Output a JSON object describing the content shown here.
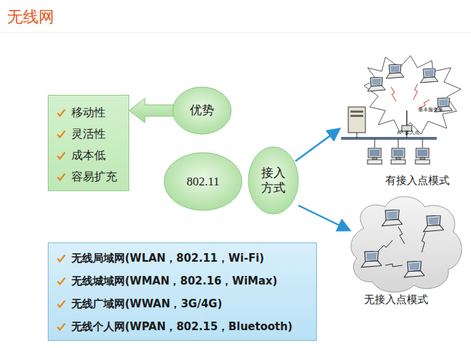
{
  "diagram": {
    "title": "无线网",
    "nodes": [
      {
        "text": [
          "移动性",
          "灵活性",
          "成本低",
          "容易扩充"
        ]
      },
      {
        "text": [
          "优势"
        ]
      },
      {
        "text": [
          "802.11"
        ]
      },
      {
        "text": [
          "接入 方式"
        ]
      },
      {
        "text": [
          "无线局域网(WLAN，802.11，Wi-Fi)",
          "无线城域网(WMAN，802.16，WiMax)",
          "无线广域网(WWAN，3G/4G)",
          "无线个人网(WPAN，802.15，Bluetooth)"
        ]
      }
    ],
    "edges": [
      {
        "from": 1,
        "to": 0,
        "arrow": "to"
      }
    ],
    "labels": [
      "基本服务集",
      "AP-接入点",
      "有接入点模式",
      "无接入点模式"
    ]
  }
}
